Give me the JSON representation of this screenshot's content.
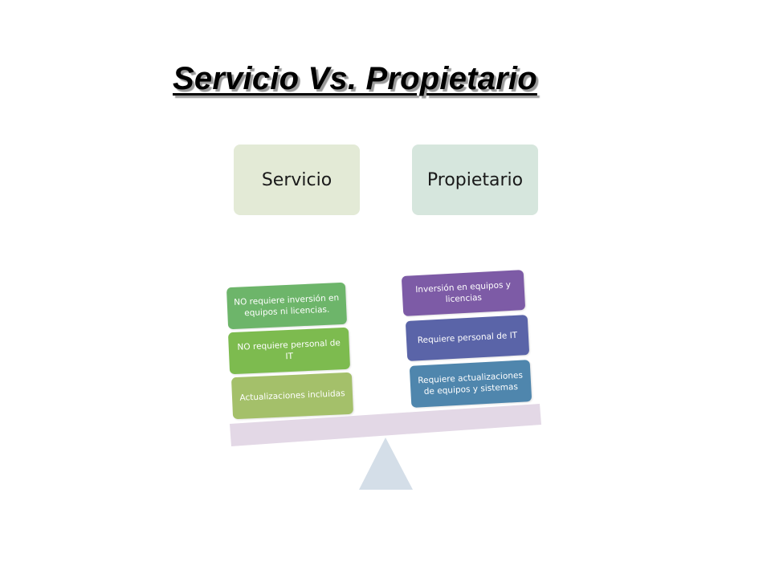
{
  "slide": {
    "title": "Servicio Vs. Propietario"
  },
  "columns": {
    "left_header": "Servicio",
    "right_header": "Propietario"
  },
  "left_items": [
    "NO requiere inversión en equipos ni licencias.",
    "NO requiere personal de IT",
    "Actualizaciones incluidas"
  ],
  "right_items": [
    "Inversión en equipos y licencias",
    "Requiere personal de IT",
    "Requiere actualizaciones de  equipos y sistemas"
  ],
  "colors": {
    "left_header_bg": "#e3ead6",
    "right_header_bg": "#d6e6dd",
    "left_item_1": "#6db56a",
    "left_item_2": "#7dbb4f",
    "left_item_3": "#a4c06a",
    "right_item_1": "#7d5ba6",
    "right_item_2": "#5a64a8",
    "right_item_3": "#4f86ad",
    "beam": "#e3d8e6",
    "fulcrum": "#d4dee8"
  }
}
